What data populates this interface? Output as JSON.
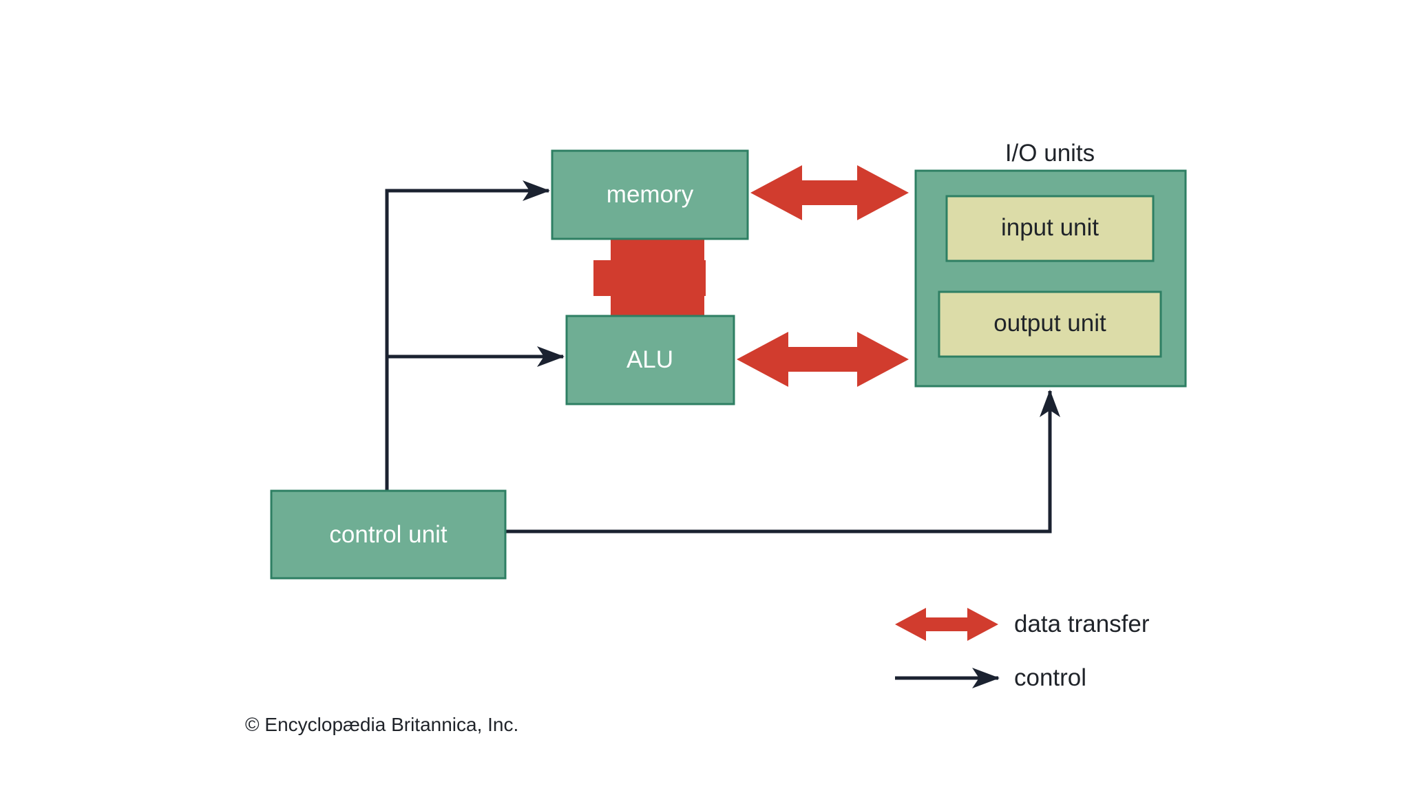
{
  "blocks": {
    "memory": "memory",
    "alu": "ALU",
    "control_unit": "control unit",
    "io_title": "I/O units",
    "input_unit": "input unit",
    "output_unit": "output unit"
  },
  "legend": {
    "data_transfer": "data transfer",
    "control": "control"
  },
  "credit": "© Encyclopædia Britannica, Inc.",
  "colors": {
    "unit_fill": "#6fae94",
    "unit_stroke": "#2e7f63",
    "io_inner_fill": "#dcdca8",
    "data_arrow": "#d13c2e",
    "control_line": "#1b2230",
    "box_text_light": "#ffffff",
    "box_text_dark": "#1f2329"
  }
}
